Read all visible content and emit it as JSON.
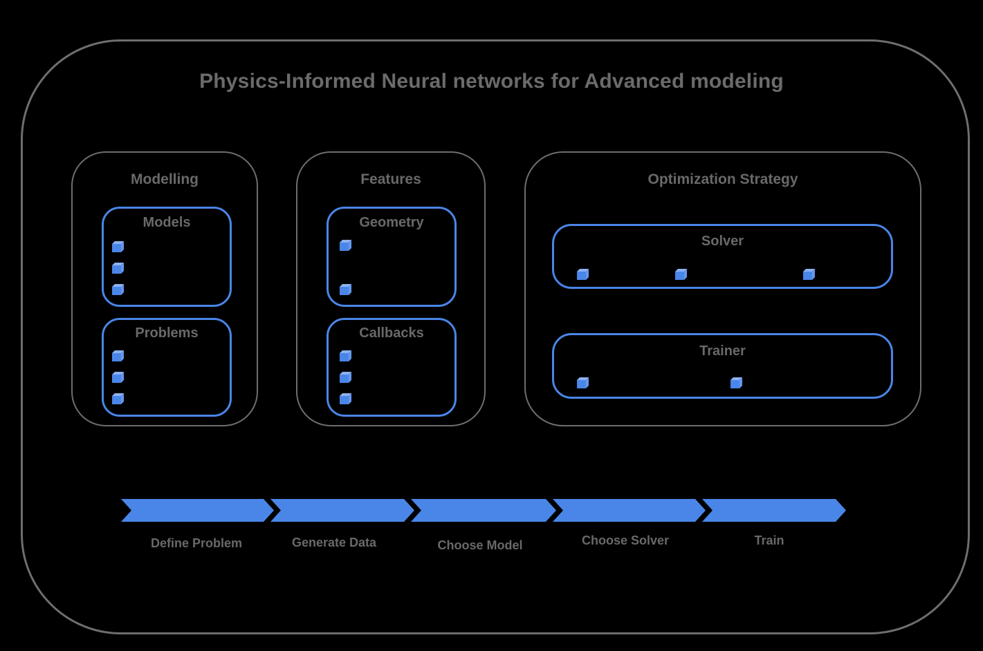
{
  "title": "Physics-Informed Neural networks for Advanced modeling",
  "colors": {
    "background": "#000000",
    "accent_blue": "#4a86e8",
    "cube_top": "#8db1f1",
    "cube_side": "#6697ee",
    "frame_gray": "#6e6e6e",
    "text_gray": "#696969"
  },
  "groups": [
    {
      "label": "Modelling",
      "boxes": [
        {
          "label": "Models",
          "bullet_count": 3
        },
        {
          "label": "Problems",
          "bullet_count": 3
        }
      ]
    },
    {
      "label": "Features",
      "boxes": [
        {
          "label": "Geometry",
          "bullet_count": 2
        },
        {
          "label": "Callbacks",
          "bullet_count": 3
        }
      ]
    },
    {
      "label": "Optimization Strategy",
      "boxes": [
        {
          "label": "Solver",
          "bullet_count": 3
        },
        {
          "label": "Trainer",
          "bullet_count": 2
        }
      ]
    }
  ],
  "process_flow": {
    "steps": [
      {
        "label": "Define Problem"
      },
      {
        "label": "Generate Data"
      },
      {
        "label": "Choose Model"
      },
      {
        "label": "Choose Solver"
      },
      {
        "label": "Train"
      }
    ]
  }
}
